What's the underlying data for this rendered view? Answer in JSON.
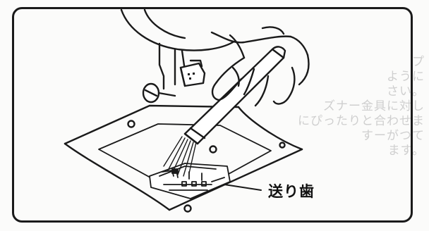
{
  "figure": {
    "callout_label": "送り歯",
    "ghost_text_lines": [
      "プ",
      "ように",
      "さい。",
      "ズナー金具に対し",
      "にぴったりと合わせま",
      "すーがつて",
      "ます。"
    ],
    "colors": {
      "line": "#1a1a1a",
      "ghost": "#cfcfcf",
      "paper": "#fbfbfa"
    }
  }
}
